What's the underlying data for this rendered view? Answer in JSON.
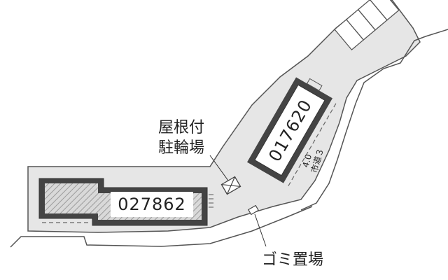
{
  "map": {
    "buildings": [
      {
        "id": "building-west",
        "number": "027862"
      },
      {
        "id": "building-east",
        "number": "017620"
      }
    ],
    "labels": {
      "bicycle_parking_line1": "屋根付",
      "bicycle_parking_line2": "駐輪場",
      "garbage_area": "ゴミ置場",
      "road_width": "4.0",
      "road_type": "市道３"
    },
    "colors": {
      "ground": "#e6e6e6",
      "building_outline": "#444444",
      "hatch": "#9a9a9a"
    }
  }
}
